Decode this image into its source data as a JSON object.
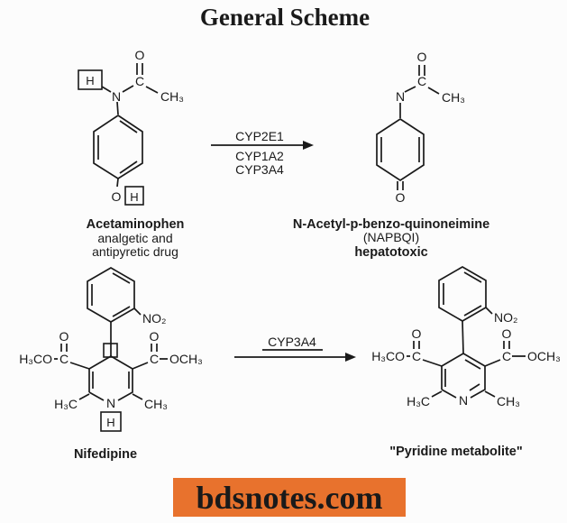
{
  "title": "General Scheme",
  "top_reaction": {
    "substrate": {
      "name": "Acetaminophen",
      "description_line1": "analgetic and",
      "description_line2": "antipyretic drug"
    },
    "arrow": {
      "enzyme_above": "CYP2E1",
      "enzyme_below_1": "CYP1A2",
      "enzyme_below_2": "CYP3A4"
    },
    "product": {
      "name": "N-Acetyl-p-benzo-quinoneimine",
      "abbreviation": "(NAPBQI)",
      "property": "hepatotoxic"
    }
  },
  "bottom_reaction": {
    "substrate": {
      "name": "Nifedipine"
    },
    "arrow": {
      "enzyme": "CYP3A4"
    },
    "product": {
      "name": "\"Pyridine metabolite\""
    }
  },
  "atom_labels": {
    "O": "O",
    "N": "N",
    "C": "C",
    "H": "H",
    "CH3": "CH₃",
    "H3C": "H₃C",
    "H3CO": "H₃CO",
    "OCH3": "OCH₃",
    "NO2": "NO₂"
  },
  "watermark": {
    "text": "bdsnotes.com",
    "background_color": "#E8722D",
    "text_color": "#FFFFFF"
  },
  "colors": {
    "ink": "#1a1a1a",
    "background": "#fcfcfc"
  }
}
